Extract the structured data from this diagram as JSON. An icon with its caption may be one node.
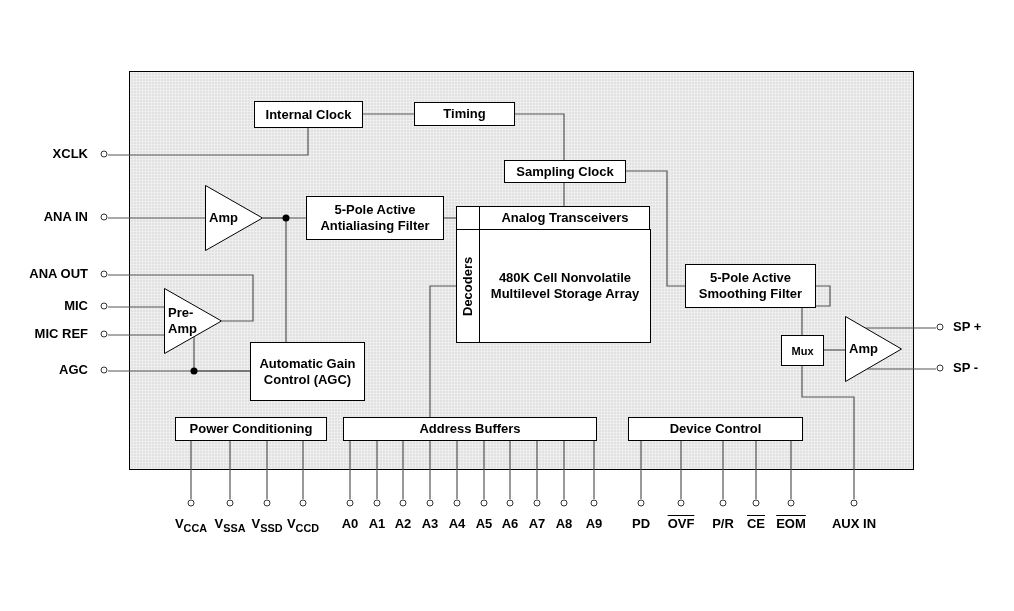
{
  "diagram": {
    "nodes": [
      {
        "text": [],
        "shape": "box"
      },
      {
        "text": [
          "Internal Clock"
        ],
        "in": 0
      },
      {
        "text": [
          "Timing"
        ],
        "in": 0
      },
      {
        "text": [
          "Sampling Clock"
        ],
        "in": 0
      },
      {
        "text": [
          "Amp"
        ],
        "in": 0
      },
      {
        "text": [
          "5-Pole Active Antialiasing Filter"
        ],
        "in": 0
      },
      {
        "text": [
          "Analog Transceivers"
        ],
        "in": 0
      },
      {
        "text": [
          "Decoders"
        ],
        "in": 0
      },
      {
        "text": [
          "480K Cell Nonvolatile Multilevel Storage Array"
        ],
        "in": 0
      },
      {
        "text": [
          "Pre-Amp"
        ],
        "in": 0
      },
      {
        "text": [
          "Automatic Gain Control (AGC)"
        ],
        "in": 0
      },
      {
        "text": [
          "5-Pole Active Smoothing Filter"
        ],
        "in": 0
      },
      {
        "text": [
          "Mux"
        ],
        "in": 0
      },
      {
        "text": [
          "Amp"
        ],
        "in": 0
      },
      {
        "text": [
          "Power Conditioning"
        ],
        "in": 0
      },
      {
        "text": [
          "Address Buffers"
        ],
        "in": 0
      },
      {
        "text": [
          "Device Control"
        ],
        "in": 0
      },
      {
        "text": [
          "XCLK"
        ]
      },
      {
        "text": [
          "ANA IN"
        ]
      },
      {
        "text": [
          "ANA OUT"
        ]
      },
      {
        "text": [
          "MIC"
        ]
      },
      {
        "text": [
          "MIC REF"
        ]
      },
      {
        "text": [
          "AGC"
        ]
      },
      {
        "text": [
          "SP +"
        ]
      },
      {
        "text": [
          "SP -"
        ]
      },
      {
        "text": [
          "V$_{CCA}$"
        ]
      },
      {
        "text": [
          "V$_{SSA}$"
        ]
      },
      {
        "text": [
          "V$_{SSD}$"
        ]
      },
      {
        "text": [
          "V$_{CCD}$"
        ]
      },
      {
        "text": [
          "A0"
        ]
      },
      {
        "text": [
          "A1"
        ]
      },
      {
        "text": [
          "A2"
        ]
      },
      {
        "text": [
          "A3"
        ]
      },
      {
        "text": [
          "A4"
        ]
      },
      {
        "text": [
          "A5"
        ]
      },
      {
        "text": [
          "A6"
        ]
      },
      {
        "text": [
          "A7"
        ]
      },
      {
        "text": [
          "A8"
        ]
      },
      {
        "text": [
          "A9"
        ]
      },
      {
        "text": [
          "PD"
        ]
      },
      {
        "text": [
          "OVF"
        ]
      },
      {
        "text": [
          "P/R"
        ]
      },
      {
        "text": [
          "CE"
        ]
      },
      {
        "text": [
          "EOM"
        ]
      },
      {
        "text": [
          "AUX IN"
        ]
      }
    ],
    "edges": [
      {
        "from": 17,
        "to": 1,
        "arrow": "none"
      },
      {
        "from": 1,
        "to": 2,
        "arrow": "none"
      },
      {
        "from": 2,
        "to": 3,
        "arrow": "none"
      },
      {
        "from": 3,
        "to": 6,
        "arrow": "none"
      },
      {
        "from": 3,
        "to": 11,
        "arrow": "none"
      },
      {
        "from": 18,
        "to": 4,
        "arrow": "none"
      },
      {
        "from": 4,
        "to": 5,
        "arrow": "none"
      },
      {
        "from": 5,
        "to": 6,
        "arrow": "none"
      },
      {
        "from": 4,
        "to": 10,
        "arrow": "none"
      },
      {
        "from": 20,
        "to": 9,
        "arrow": "none"
      },
      {
        "from": 21,
        "to": 9,
        "arrow": "none"
      },
      {
        "from": 9,
        "to": 19,
        "arrow": "none"
      },
      {
        "from": 22,
        "to": 10,
        "arrow": "none"
      },
      {
        "from": 9,
        "to": 10,
        "arrow": "none"
      },
      {
        "from": 15,
        "to": 7,
        "arrow": "none"
      },
      {
        "from": 11,
        "to": 12,
        "arrow": "none"
      },
      {
        "from": 12,
        "to": 13,
        "arrow": "none"
      },
      {
        "from": 13,
        "to": 23,
        "arrow": "none"
      },
      {
        "from": 13,
        "to": 24,
        "arrow": "none"
      },
      {
        "from": 44,
        "to": 12,
        "arrow": "none"
      },
      {
        "from": 25,
        "to": 14,
        "arrow": "none"
      },
      {
        "from": 26,
        "to": 14,
        "arrow": "none"
      },
      {
        "from": 27,
        "to": 14,
        "arrow": "none"
      },
      {
        "from": 28,
        "to": 14,
        "arrow": "none"
      },
      {
        "from": 29,
        "to": 15,
        "arrow": "none"
      },
      {
        "from": 30,
        "to": 15,
        "arrow": "none"
      },
      {
        "from": 31,
        "to": 15,
        "arrow": "none"
      },
      {
        "from": 32,
        "to": 15,
        "arrow": "none"
      },
      {
        "from": 33,
        "to": 15,
        "arrow": "none"
      },
      {
        "from": 34,
        "to": 15,
        "arrow": "none"
      },
      {
        "from": 35,
        "to": 15,
        "arrow": "none"
      },
      {
        "from": 36,
        "to": 15,
        "arrow": "none"
      },
      {
        "from": 37,
        "to": 15,
        "arrow": "none"
      },
      {
        "from": 38,
        "to": 15,
        "arrow": "none"
      },
      {
        "from": 39,
        "to": 16,
        "arrow": "none"
      },
      {
        "from": 40,
        "to": 16,
        "arrow": "none"
      },
      {
        "from": 41,
        "to": 16,
        "arrow": "none"
      },
      {
        "from": 42,
        "to": 16,
        "arrow": "none"
      },
      {
        "from": 43,
        "to": 16,
        "arrow": "none"
      }
    ]
  }
}
